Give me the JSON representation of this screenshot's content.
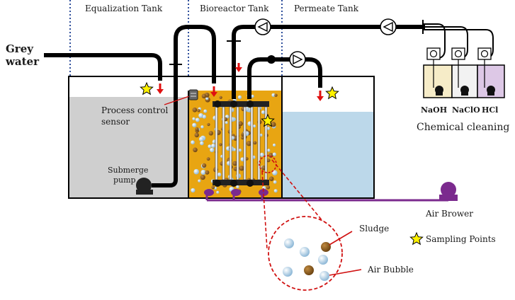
{
  "labels": {
    "equalization_tank": "Equalization Tank",
    "bioreactor_tank": "Bioreactor Tank",
    "permeate_tank": "Permeate Tank",
    "grey_water_1": "Grey",
    "grey_water_2": "water",
    "process_sensor_1": "Process control",
    "process_sensor_2": "sensor",
    "submerge_pump_1": "Submerge",
    "submerge_pump_2": "pump",
    "naoh": "NaOH",
    "naclo": "NaClO",
    "hcl": "HCl",
    "chemical_cleaning": "Chemical cleaning",
    "air_blower": "Air Brower",
    "sludge": "Sludge",
    "air_bubble": "Air Bubble",
    "sampling_points": "Sampling Points"
  },
  "colors": {
    "equalization_water": "#cfcfcf",
    "bioreactor_sludge": "#e8a512",
    "permeate_water": "#bcd8ea",
    "naoh_liquid": "#f6ecc8",
    "naclo_liquid": "#f2f2f2",
    "hcl_liquid": "#ddc8e6",
    "air_line": "#7b2a8e",
    "sampling_star": "#fff200",
    "flow_arrow": "#e01010",
    "divider": "#2f4f9c",
    "sludge_particle": "#8a5a1c",
    "bubble": "#b8d6ec"
  },
  "icons": [
    "pump-icon",
    "star-icon",
    "sensor-icon",
    "magnifier-circle"
  ]
}
